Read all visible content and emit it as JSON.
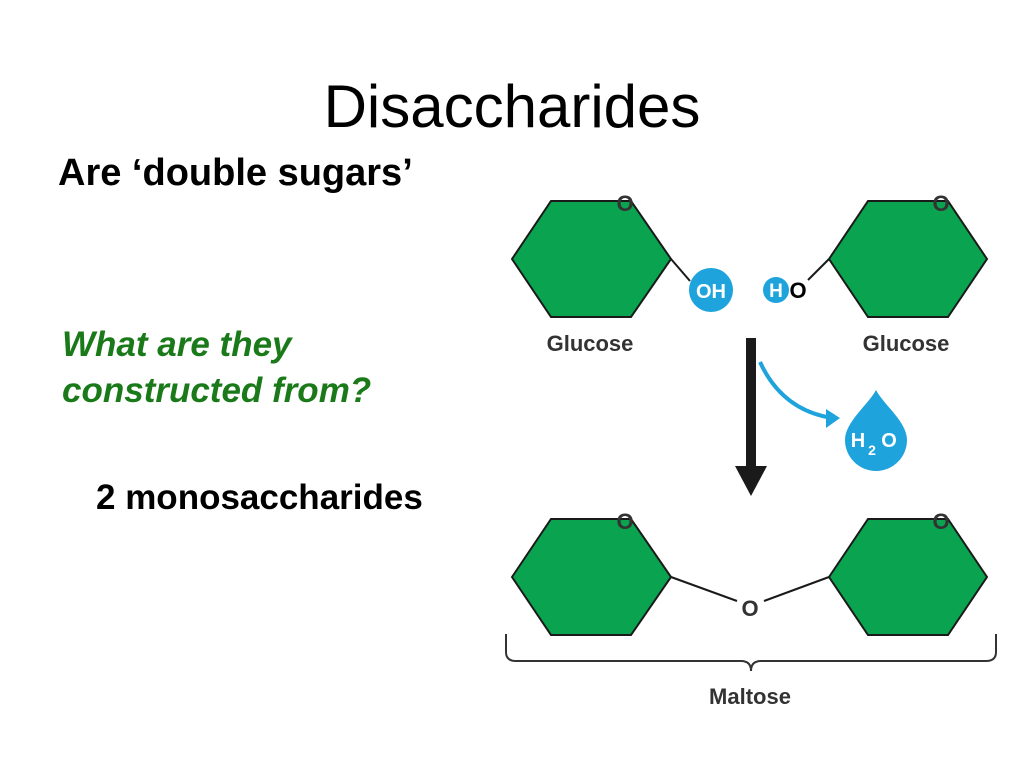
{
  "slide": {
    "title": "Disaccharides",
    "subtitle": "Are ‘double sugars’",
    "question": "What are they constructed from?",
    "answer": "2 monosaccharides"
  },
  "diagram": {
    "top_left_label": "Glucose",
    "top_right_label": "Glucose",
    "bottom_label": "Maltose",
    "ring_oxygen": "O",
    "hydroxyl": "OH",
    "hydrogen": "H",
    "hydrogen_oxygen": "O",
    "bridge_oxygen": "O",
    "water": {
      "h": "H",
      "sub": "2",
      "o": "O"
    },
    "colors": {
      "ring": "#0aa34f",
      "bubble": "#1ea3dc",
      "arrow": "#1a1a1a",
      "label": "#333333"
    }
  }
}
